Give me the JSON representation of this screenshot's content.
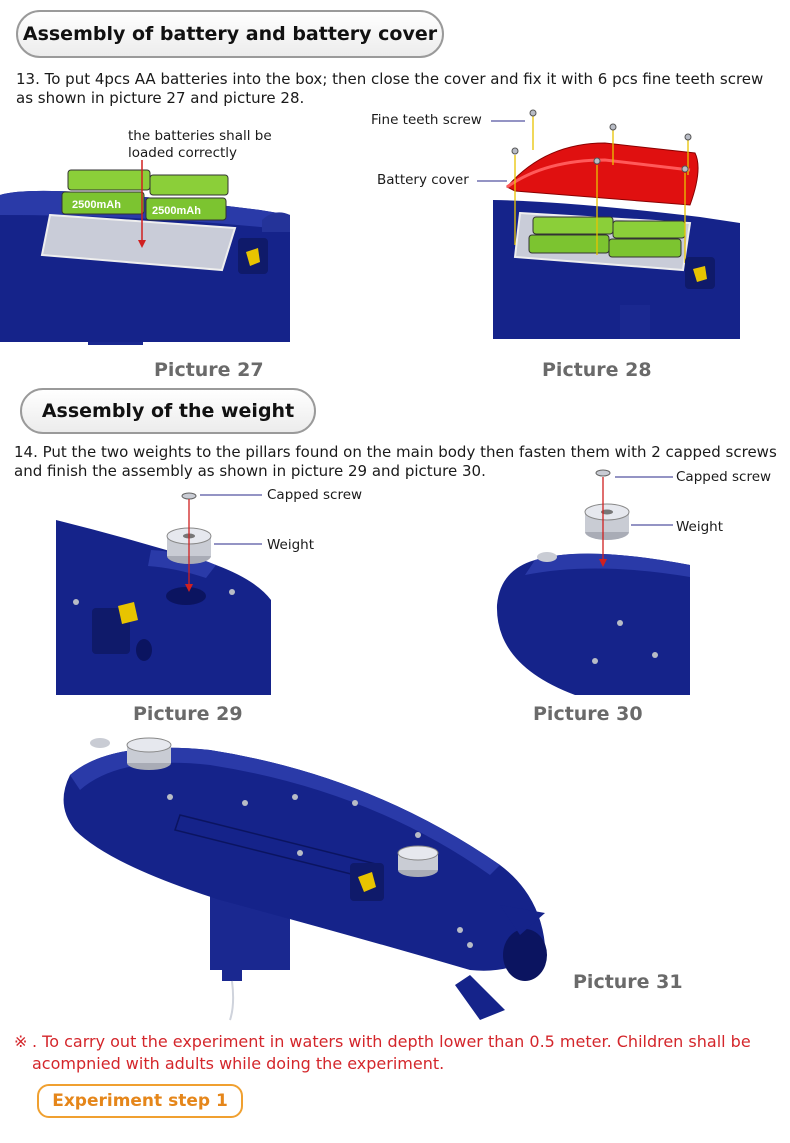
{
  "section1": {
    "heading": "Assembly of battery and battery cover",
    "instruction": "13. To put 4pcs AA batteries into the box; then close the cover and fix it with 6 pcs fine teeth screw as shown in picture 27 and picture 28.",
    "note_batteries": "the batteries shall be loaded correctly",
    "battery_print": "2500mAh",
    "label_fine_teeth_screw": "Fine teeth screw",
    "label_battery_cover": "Battery cover",
    "caption_27": "Picture 27",
    "caption_28": "Picture 28"
  },
  "section2": {
    "heading": "Assembly of the weight",
    "instruction": "14. Put the two weights to the pillars found on the main body then fasten them with 2 capped screws and finish the assembly as shown in picture 29 and picture 30.",
    "label_capped_screw_29": "Capped screw",
    "label_weight_29": "Weight",
    "label_capped_screw_30": "Capped screw",
    "label_weight_30": "Weight",
    "caption_29": "Picture 29",
    "caption_30": "Picture 30",
    "caption_31": "Picture 31"
  },
  "warning": {
    "symbol": "※",
    "text": ". To carry out the experiment in waters with depth lower than 0.5 meter. Children shall be acompnied with adults while doing the experiment."
  },
  "footer": {
    "step_label": "Experiment step 1"
  },
  "colors": {
    "hull": "#15238a",
    "cover": "#e01010",
    "screw_arrow": "#e8c400",
    "warning_text": "#d4262b",
    "step_border": "#f0a030"
  }
}
